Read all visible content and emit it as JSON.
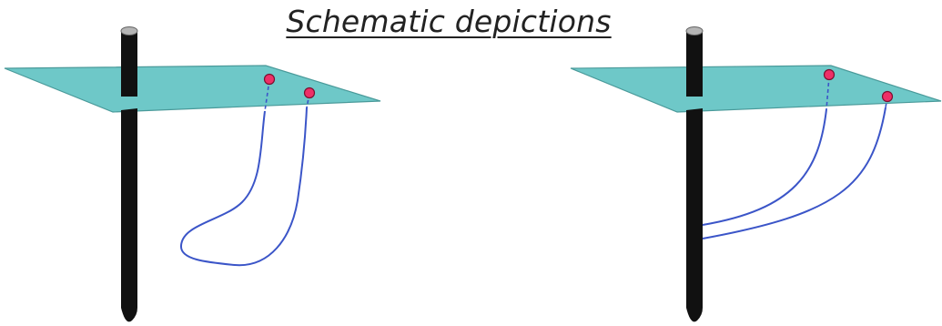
{
  "title": "Schematic depictions",
  "colors": {
    "plane_fill": "#6ec8c8",
    "plane_stroke": "#4a9a9a",
    "rod": "#111111",
    "rod_cap": "#b5b5b5",
    "curve": "#3b55c8",
    "point_fill": "#ee2f67",
    "point_stroke": "#7a1030"
  },
  "panels": [
    {
      "name": "left",
      "description_visible": false
    },
    {
      "name": "right",
      "description_visible": false
    }
  ]
}
